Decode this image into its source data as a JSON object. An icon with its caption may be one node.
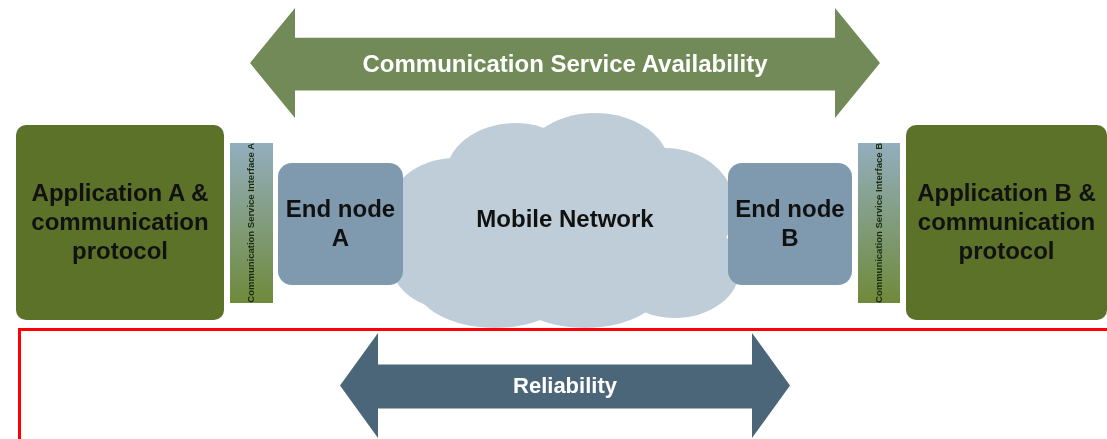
{
  "diagram": {
    "nodes": [
      {
        "text": [
          "Communication Service Availability"
        ]
      },
      {
        "text": [
          "Application A & communication protocol"
        ]
      },
      {
        "text": [
          "Communication Service Interface A"
        ]
      },
      {
        "text": [
          "End node A"
        ]
      },
      {
        "text": [
          "Mobile Network"
        ]
      },
      {
        "text": [
          "End node B"
        ]
      },
      {
        "text": [
          "Communication Service Interface B"
        ]
      },
      {
        "text": [
          "Application B & communication protocol"
        ]
      },
      {
        "text": [
          "Reliability"
        ]
      }
    ]
  }
}
